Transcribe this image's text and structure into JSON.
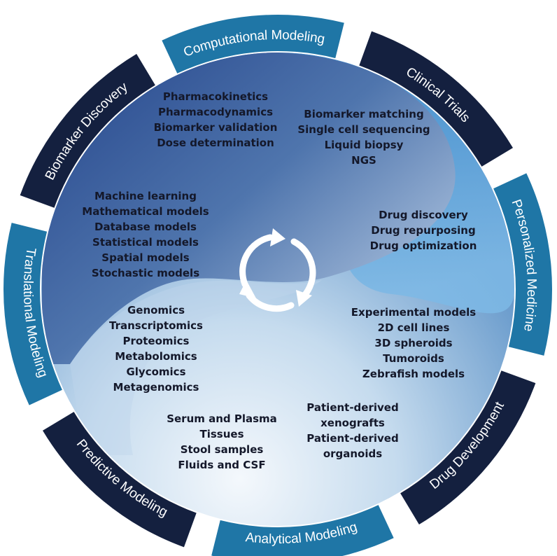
{
  "ring": {
    "segments": [
      {
        "key": "clinical",
        "label": "Clinical Trials",
        "color": "#14203f"
      },
      {
        "key": "personalized",
        "label": "Personalized Medicine",
        "color": "#1f76a6"
      },
      {
        "key": "drug",
        "label": "Drug Development",
        "color": "#14203f"
      },
      {
        "key": "analytical",
        "label": "Analytical Modeling",
        "color": "#1f76a6"
      },
      {
        "key": "predictive",
        "label": "Predictive Modeling",
        "color": "#14203f"
      },
      {
        "key": "translational",
        "label": "Translational Modeling",
        "color": "#1f76a6"
      },
      {
        "key": "biomarker",
        "label": "Biomarker Discovery",
        "color": "#14203f"
      },
      {
        "key": "computational",
        "label": "Computational Modeling",
        "color": "#1f76a6"
      }
    ]
  },
  "groups": {
    "clinical": [
      "Pharmacokinetics",
      "Pharmacodynamics",
      "Biomarker validation",
      "Dose determination"
    ],
    "personalized": [
      "Biomarker matching",
      "Single cell sequencing",
      "Liquid biopsy",
      "NGS"
    ],
    "computational": [
      "Machine learning",
      "Mathematical models",
      "Database models",
      "Statistical models",
      "Spatial models",
      "Stochastic models"
    ],
    "drug": [
      "Drug discovery",
      "Drug repurposing",
      "Drug optimization"
    ],
    "omics": [
      "Genomics",
      "Transcriptomics",
      "Proteomics",
      "Metabolomics",
      "Glycomics",
      "Metagenomics"
    ],
    "experimental": [
      "Experimental models",
      "2D cell lines",
      "3D spheroids",
      "Tumoroids",
      "Zebrafish models"
    ],
    "samples": [
      "Serum and Plasma",
      "Tissues",
      "Stool samples",
      "Fluids and CSF"
    ],
    "patient": [
      "Patient-derived",
      "xenografts",
      "Patient-derived",
      "organoids"
    ]
  },
  "colors": {
    "dark_navy": "#14203f",
    "accent_blue": "#1f76a6",
    "text": "#14182a",
    "cycle_arrows": "#ffffff"
  },
  "icons": {
    "center": "cycle-arrows-icon"
  }
}
